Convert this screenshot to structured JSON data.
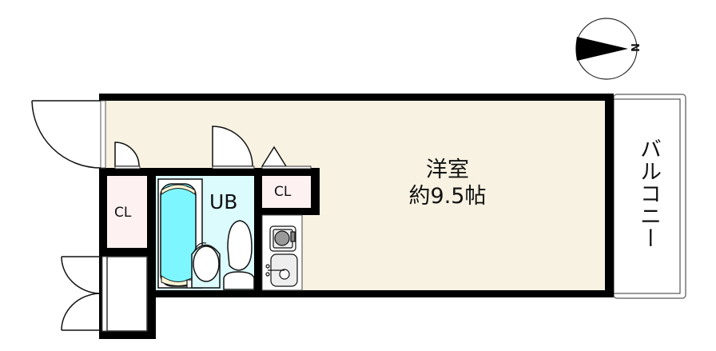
{
  "compass": {
    "label": "N",
    "icon": "north-arrow-icon"
  },
  "rooms": {
    "western_room": {
      "name": "洋室",
      "area": "約9.5帖"
    },
    "unit_bath": {
      "name": "UB"
    },
    "closet_upper": {
      "name": "CL"
    },
    "closet_entry": {
      "name": "CL"
    },
    "balcony": {
      "name": "バルコニー"
    }
  },
  "colors": {
    "wall": "#000000",
    "room_fill": "#f8f2e2",
    "bath_fill": "#dcfbfd",
    "tub_fill": "#7ef6ff",
    "closet_fill": "#fdf1f1",
    "kitchen_fill": "#ffffff"
  }
}
